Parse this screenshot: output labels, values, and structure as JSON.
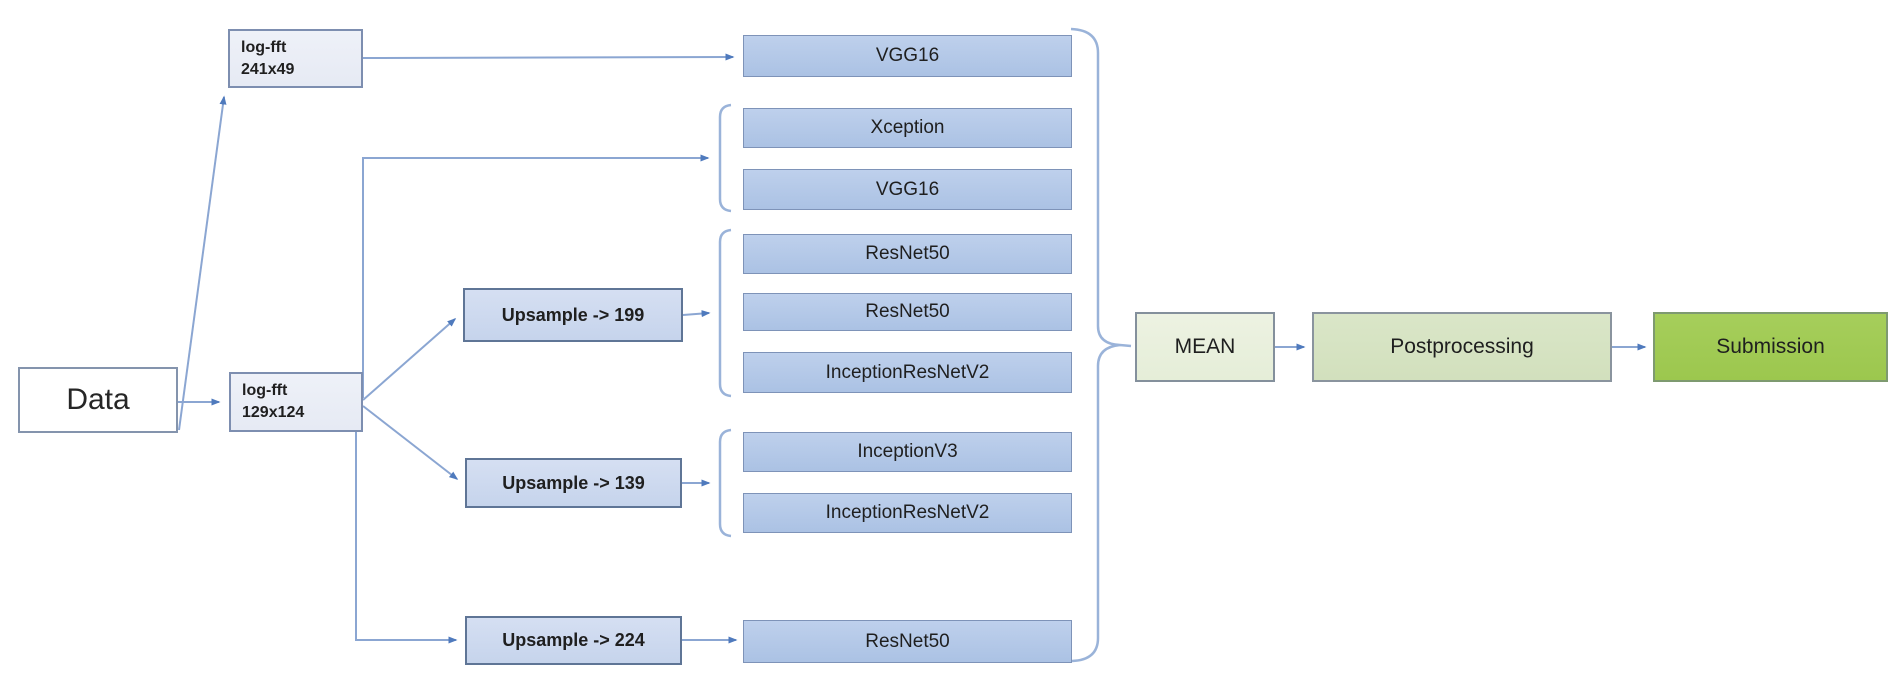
{
  "diagram_type": "model-ensemble-pipeline-flowchart",
  "nodes": {
    "data": {
      "label": "Data"
    },
    "log_fft_top": {
      "line1": "log-fft",
      "line2": "241x49"
    },
    "log_fft_main": {
      "line1": "log-fft",
      "line2": "129x124"
    },
    "upsample_199": {
      "label": "Upsample -> 199"
    },
    "upsample_139": {
      "label": "Upsample -> 139"
    },
    "upsample_224": {
      "label": "Upsample -> 224"
    },
    "mean": {
      "label": "MEAN"
    },
    "postprocessing": {
      "label": "Postprocessing"
    },
    "submission": {
      "label": "Submission"
    }
  },
  "models": [
    {
      "label": "VGG16"
    },
    {
      "label": "Xception"
    },
    {
      "label": "VGG16"
    },
    {
      "label": "ResNet50"
    },
    {
      "label": "ResNet50"
    },
    {
      "label": "InceptionResNetV2"
    },
    {
      "label": "InceptionV3"
    },
    {
      "label": "InceptionResNetV2"
    },
    {
      "label": "ResNet50"
    }
  ],
  "colors": {
    "model_box_fill": "#b3c7e8",
    "model_box_border": "#7e93b8",
    "upsample_box_fill": "#ccd9ef",
    "upsample_box_border": "#5f7596",
    "log_fft_fill": "#e9ecf5",
    "log_fft_border": "#7d8eb0",
    "data_box_fill": "#ffffff",
    "data_box_border": "#8494ad",
    "mean_fill": "#eaf0de",
    "postprocessing_fill": "#d7e3c2",
    "submission_fill": "#a0ca55",
    "connector_line": "#8ba6d2",
    "arrowhead": "#4f7abd",
    "bracket": "#9ab3d9",
    "text": "#1f1f1f"
  }
}
